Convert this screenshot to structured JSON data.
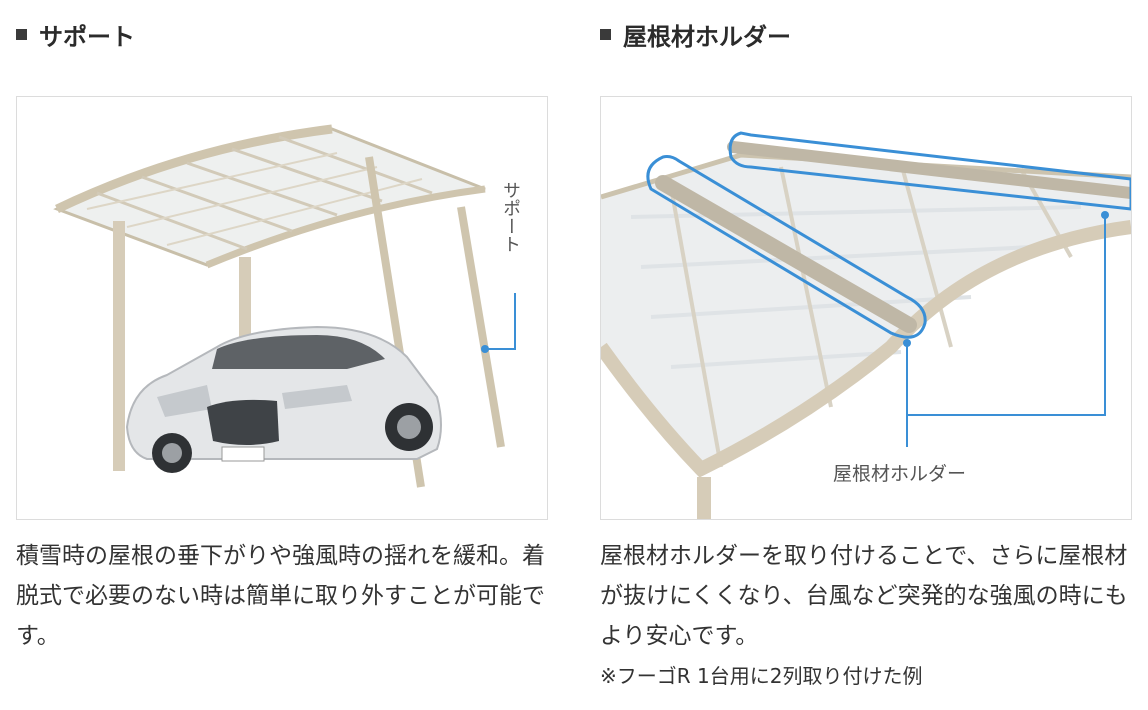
{
  "left": {
    "heading": "サポート",
    "callout": "サポート",
    "description": "積雪時の屋根の垂下がりや強風時の揺れを緩和。着脱式で必要のない時は簡単に取り外すことが可能です。"
  },
  "right": {
    "heading": "屋根材ホルダー",
    "callout": "屋根材ホルダー",
    "description": "屋根材ホルダーを取り付けることで、さらに屋根材が抜けにくくなり、台風など突発的な強風の時にもより安心です。",
    "note": "※フーゴR 1台用に2列取り付けた例"
  },
  "colors": {
    "accent_blue": "#3a8fd6",
    "frame_beige": "#d6ccb8",
    "text": "#333333"
  }
}
